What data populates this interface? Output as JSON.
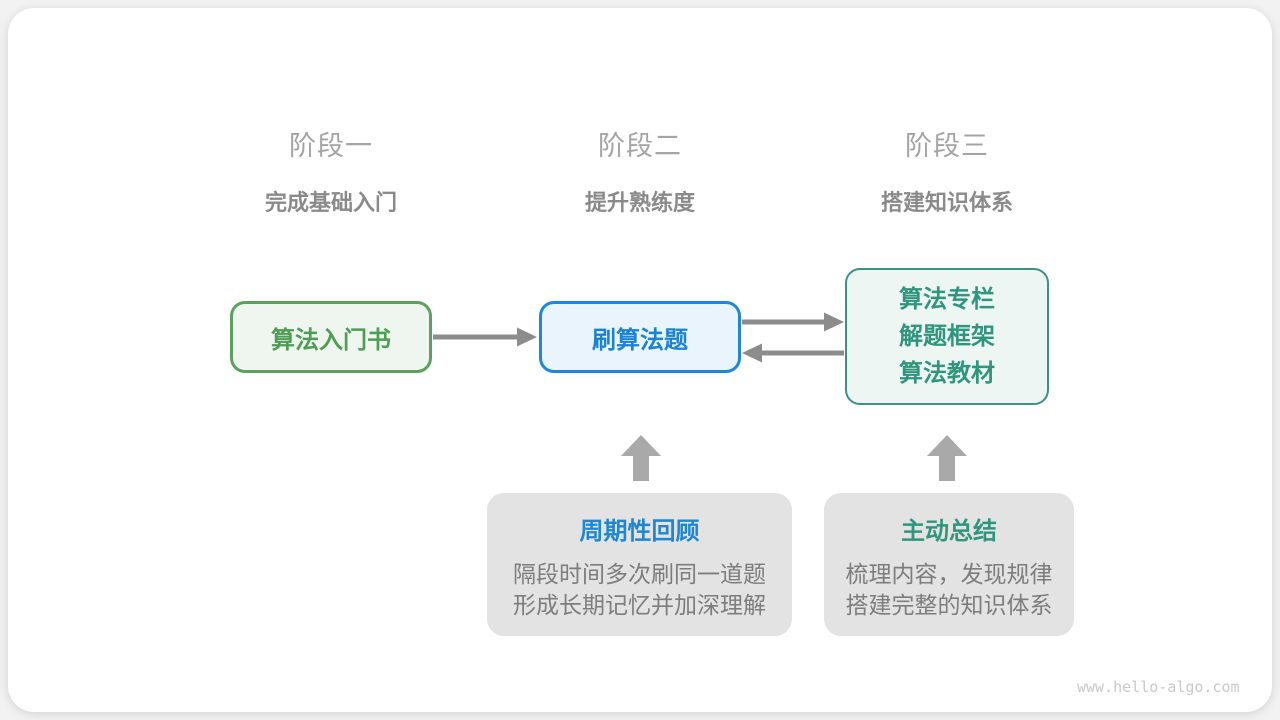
{
  "diagram": {
    "stages": [
      {
        "title": "阶段一",
        "subtitle": "完成基础入门"
      },
      {
        "title": "阶段二",
        "subtitle": "提升熟练度"
      },
      {
        "title": "阶段三",
        "subtitle": "搭建知识体系"
      }
    ],
    "nodes": {
      "intro_book": {
        "label": "算法入门书"
      },
      "practice": {
        "label": "刷算法题"
      },
      "resources": {
        "lines": [
          "算法专栏",
          "解题框架",
          "算法教材"
        ]
      }
    },
    "notes": [
      {
        "title": "周期性回顾",
        "line1": "隔段时间多次刷同一道题",
        "line2": "形成长期记忆并加深理解"
      },
      {
        "title": "主动总结",
        "line1": "梳理内容，发现规律",
        "line2": "搭建完整的知识体系"
      }
    ],
    "watermark": "www.hello-algo.com",
    "colors": {
      "green_border": "#5aa05f",
      "green_fill": "#eff6ef",
      "green_text": "#4e9d54",
      "blue_border": "#1e87d9",
      "blue_fill": "#eaf4fc",
      "blue_text": "#1a83d4",
      "teal_border": "#3b9284",
      "teal_fill": "#eef6f3",
      "teal_text": "#2f967d",
      "flow_arrow": "#8c8c8c",
      "block_arrow": "#a9a9a9",
      "note_bg": "#e3e3e3",
      "note_body_text": "#7d7d7d",
      "stage_title_text": "#a4a4a4",
      "stage_subtitle_text": "#8a8a8a"
    }
  }
}
